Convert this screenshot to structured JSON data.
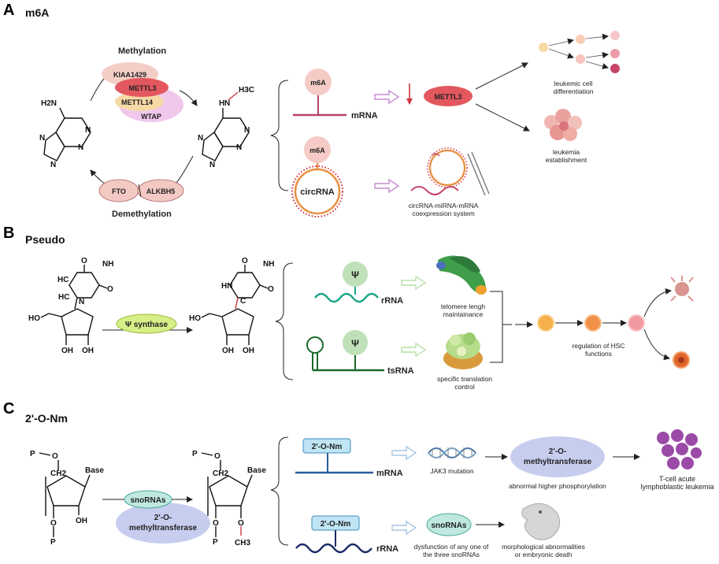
{
  "panels": {
    "a": {
      "letter": "A",
      "title": "m6A",
      "methylation": "Methylation",
      "demethylation": "Demethylation",
      "writers": [
        "KIAA1429",
        "METTL3",
        "METTL14",
        "WTAP"
      ],
      "erasers": [
        "FTO",
        "ALKBH5"
      ],
      "h2n": "H2N",
      "h3c": "H3C",
      "m6a_tag": "m6A",
      "mrna": "mRNA",
      "circrna": "circRNA",
      "mettl3": "METTL3",
      "out1": [
        "leukemic cell",
        "differentiation"
      ],
      "out2": [
        "leukemia",
        "establishment"
      ],
      "out3": [
        "circRNA-miRNA-mRNA",
        "coexpression system"
      ]
    },
    "b": {
      "letter": "B",
      "title": "Pseudo",
      "enzyme": "Ψ synthase",
      "psi": "Ψ",
      "rrna": "rRNA",
      "tsrna": "tsRNA",
      "out1": [
        "telomere lengh",
        "maintainance"
      ],
      "out2": [
        "specific translation",
        "control"
      ],
      "out3": [
        "regulation of HSC",
        "functions"
      ]
    },
    "c": {
      "letter": "C",
      "title": "2'-O-Nm",
      "tag": "2'-O-Nm",
      "mrna": "mRNA",
      "rrna": "rRNA",
      "snornas": "snoRNAs",
      "enzyme": [
        "2'-O-",
        "methyltransferase"
      ],
      "base": "Base",
      "ch2": "CH2",
      "ch3": "CH3",
      "jak3": "JAK3 mutation",
      "phos": "abnormal higher phosphorylation",
      "tall": [
        "T-cell acute",
        "lymphoblastic leukemia"
      ],
      "dysf": [
        "dysfunction of any one of",
        "the three snoRNAs"
      ],
      "morph": [
        "morphological abnormalities",
        "or embryonic death"
      ]
    }
  }
}
